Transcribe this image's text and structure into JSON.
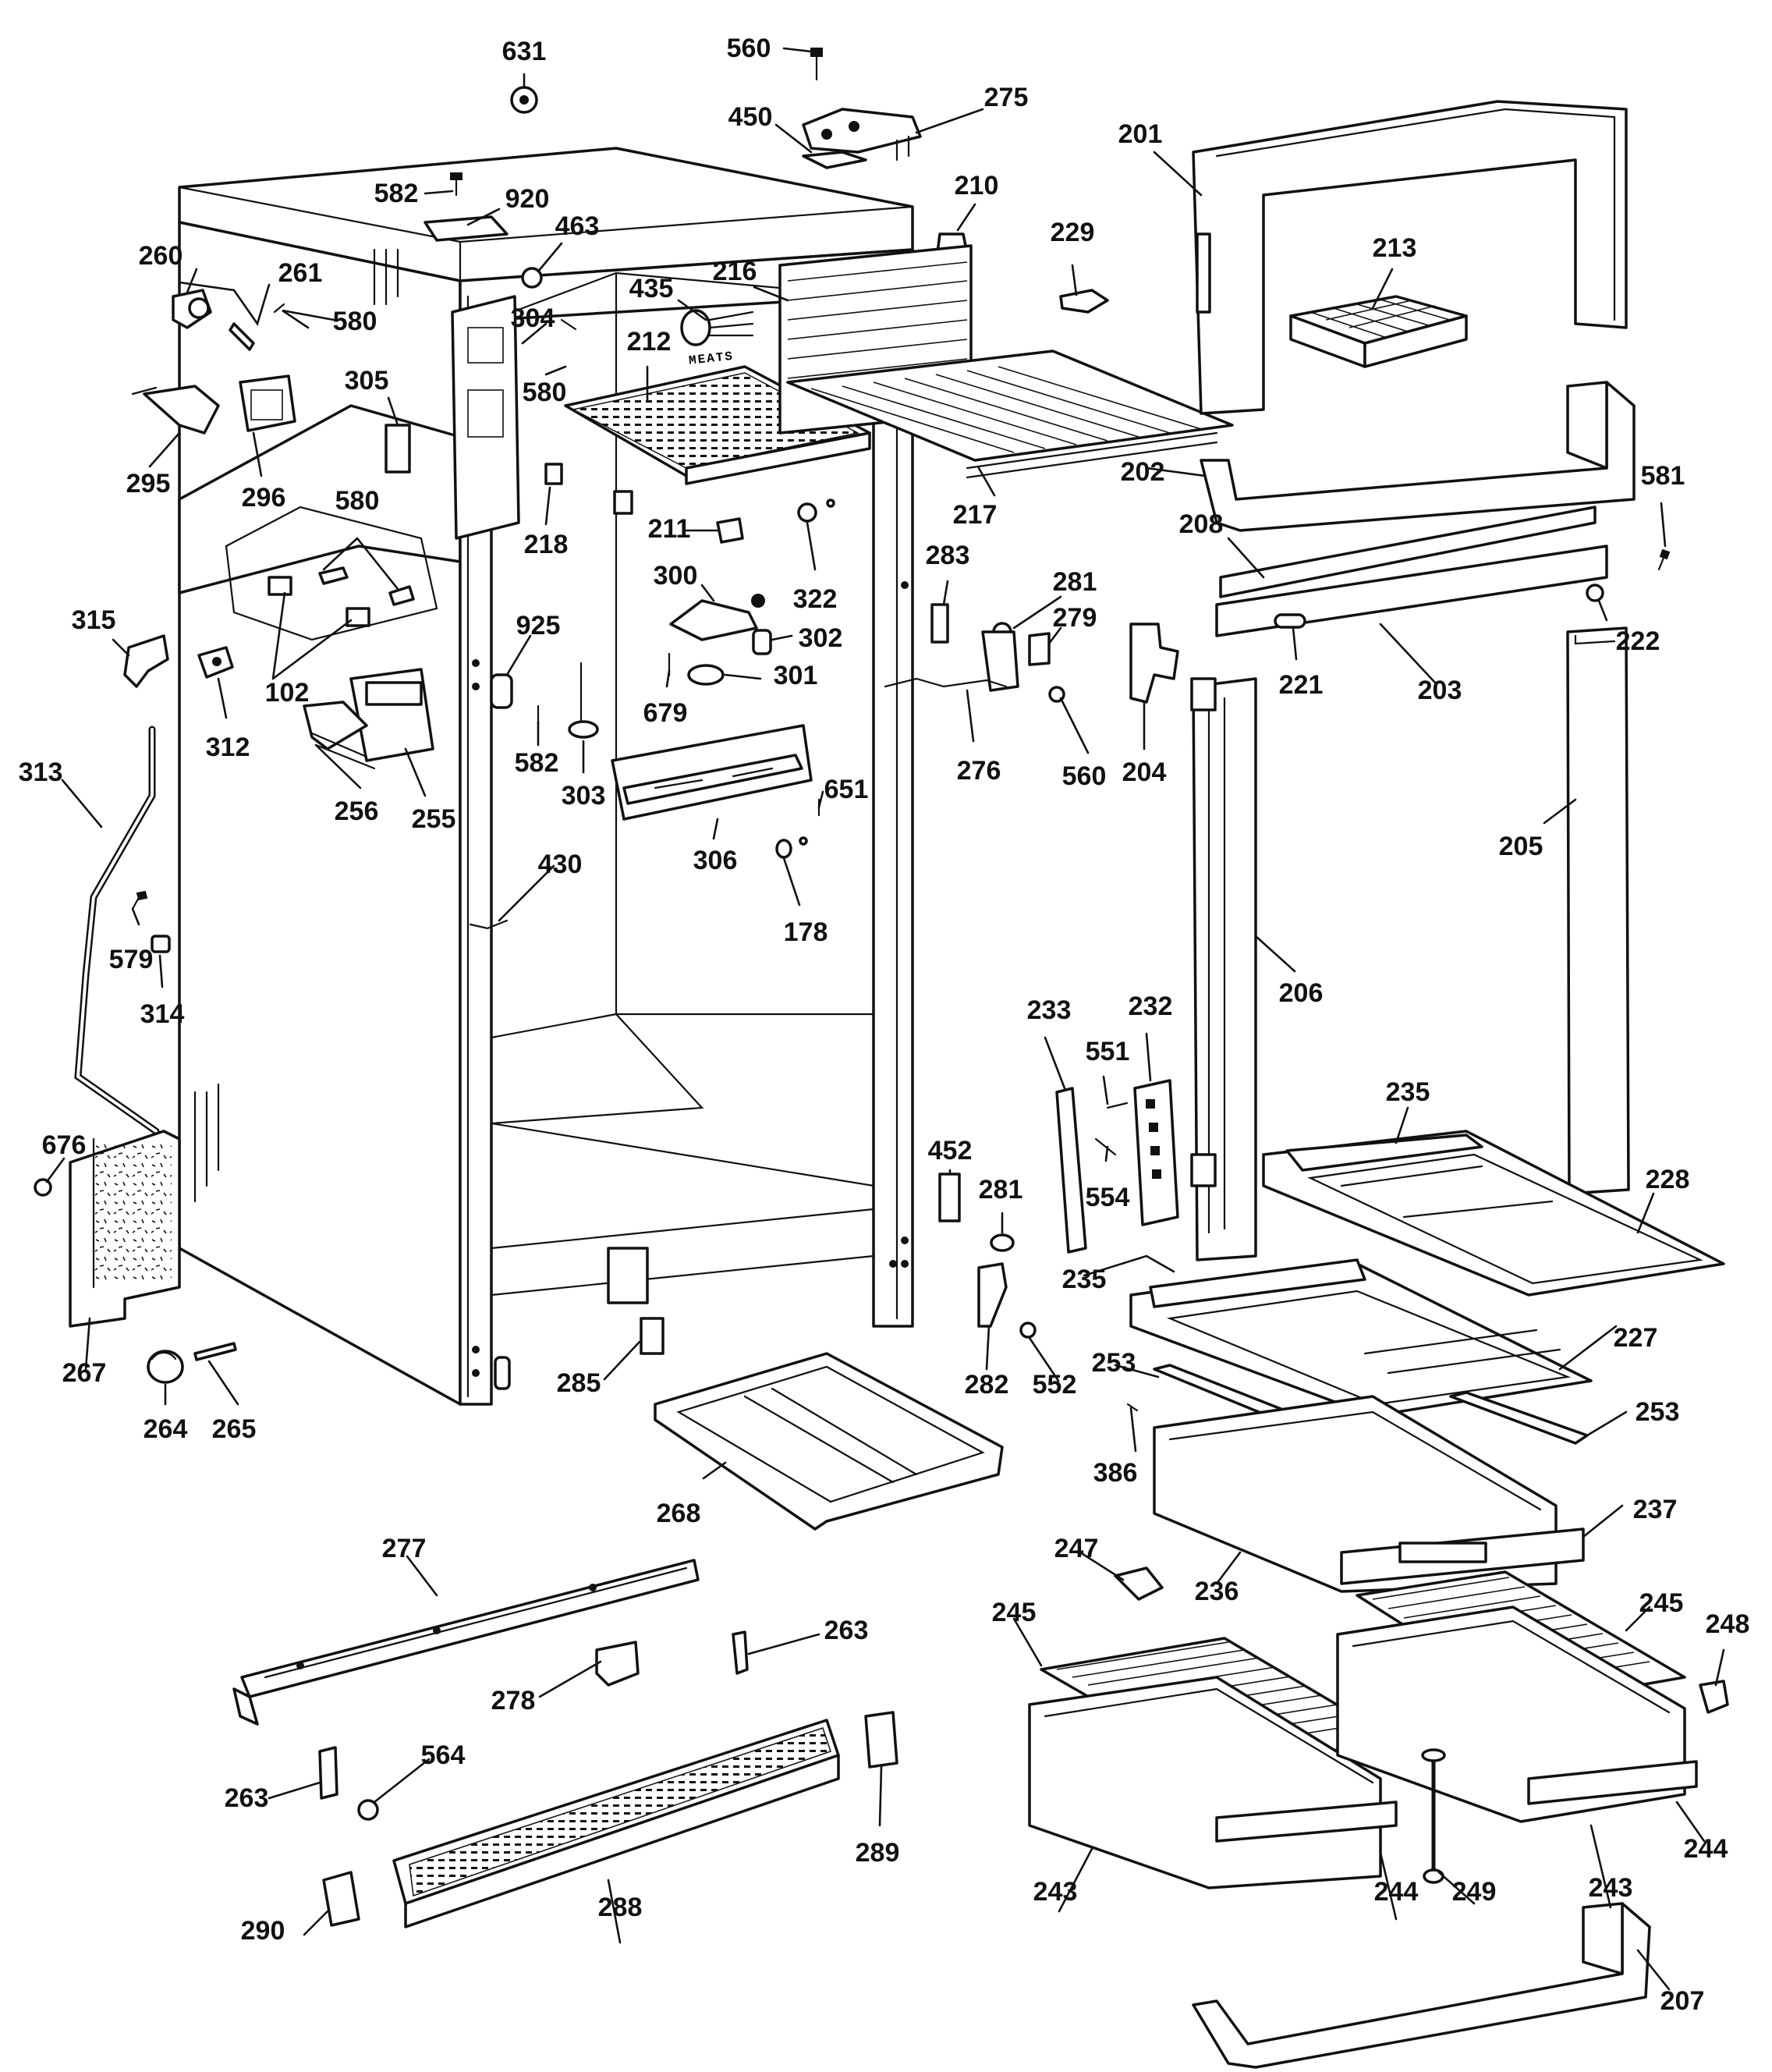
{
  "diagram": {
    "drawer_label": "MEATS",
    "labels": [
      {
        "id": "p631",
        "text": "631"
      },
      {
        "id": "p560a",
        "text": "560"
      },
      {
        "id": "p450",
        "text": "450"
      },
      {
        "id": "p275",
        "text": "275"
      },
      {
        "id": "p201",
        "text": "201"
      },
      {
        "id": "p582a",
        "text": "582"
      },
      {
        "id": "p920",
        "text": "920"
      },
      {
        "id": "p463",
        "text": "463"
      },
      {
        "id": "p210",
        "text": "210"
      },
      {
        "id": "p229",
        "text": "229"
      },
      {
        "id": "p213",
        "text": "213"
      },
      {
        "id": "p260",
        "text": "260"
      },
      {
        "id": "p261",
        "text": "261"
      },
      {
        "id": "p580a",
        "text": "580"
      },
      {
        "id": "p435",
        "text": "435"
      },
      {
        "id": "p216",
        "text": "216"
      },
      {
        "id": "p304",
        "text": "304"
      },
      {
        "id": "p212",
        "text": "212"
      },
      {
        "id": "p580b",
        "text": "580"
      },
      {
        "id": "p305",
        "text": "305"
      },
      {
        "id": "p295",
        "text": "295"
      },
      {
        "id": "p296",
        "text": "296"
      },
      {
        "id": "p202",
        "text": "202"
      },
      {
        "id": "p217",
        "text": "217"
      },
      {
        "id": "p581",
        "text": "581"
      },
      {
        "id": "p580c",
        "text": "580"
      },
      {
        "id": "p218",
        "text": "218"
      },
      {
        "id": "p211",
        "text": "211"
      },
      {
        "id": "p208",
        "text": "208"
      },
      {
        "id": "p283",
        "text": "283"
      },
      {
        "id": "p322",
        "text": "322"
      },
      {
        "id": "p300",
        "text": "300"
      },
      {
        "id": "p281a",
        "text": "281"
      },
      {
        "id": "p279",
        "text": "279"
      },
      {
        "id": "p302",
        "text": "302"
      },
      {
        "id": "p222",
        "text": "222"
      },
      {
        "id": "p315",
        "text": "315"
      },
      {
        "id": "p925",
        "text": "925"
      },
      {
        "id": "p301",
        "text": "301"
      },
      {
        "id": "p221",
        "text": "221"
      },
      {
        "id": "p203",
        "text": "203"
      },
      {
        "id": "p102",
        "text": "102"
      },
      {
        "id": "p312",
        "text": "312"
      },
      {
        "id": "p679",
        "text": "679"
      },
      {
        "id": "p582b",
        "text": "582"
      },
      {
        "id": "p276",
        "text": "276"
      },
      {
        "id": "p560b",
        "text": "560"
      },
      {
        "id": "p204",
        "text": "204"
      },
      {
        "id": "p313",
        "text": "313"
      },
      {
        "id": "p651",
        "text": "651"
      },
      {
        "id": "p303",
        "text": "303"
      },
      {
        "id": "p256",
        "text": "256"
      },
      {
        "id": "p255",
        "text": "255"
      },
      {
        "id": "p205",
        "text": "205"
      },
      {
        "id": "p306",
        "text": "306"
      },
      {
        "id": "p430",
        "text": "430"
      },
      {
        "id": "p579",
        "text": "579"
      },
      {
        "id": "p178",
        "text": "178"
      },
      {
        "id": "p314",
        "text": "314"
      },
      {
        "id": "p206",
        "text": "206"
      },
      {
        "id": "p233",
        "text": "233"
      },
      {
        "id": "p232",
        "text": "232"
      },
      {
        "id": "p551",
        "text": "551"
      },
      {
        "id": "p235a",
        "text": "235"
      },
      {
        "id": "p676",
        "text": "676"
      },
      {
        "id": "p452",
        "text": "452"
      },
      {
        "id": "p554",
        "text": "554"
      },
      {
        "id": "p281b",
        "text": "281"
      },
      {
        "id": "p228",
        "text": "228"
      },
      {
        "id": "p235b",
        "text": "235"
      },
      {
        "id": "p227",
        "text": "227"
      },
      {
        "id": "p267",
        "text": "267"
      },
      {
        "id": "p285",
        "text": "285"
      },
      {
        "id": "p253a",
        "text": "253"
      },
      {
        "id": "p282",
        "text": "282"
      },
      {
        "id": "p552",
        "text": "552"
      },
      {
        "id": "p264",
        "text": "264"
      },
      {
        "id": "p265",
        "text": "265"
      },
      {
        "id": "p253b",
        "text": "253"
      },
      {
        "id": "p386",
        "text": "386"
      },
      {
        "id": "p268",
        "text": "268"
      },
      {
        "id": "p237",
        "text": "237"
      },
      {
        "id": "p277",
        "text": "277"
      },
      {
        "id": "p247",
        "text": "247"
      },
      {
        "id": "p236",
        "text": "236"
      },
      {
        "id": "p245a",
        "text": "245"
      },
      {
        "id": "p245b",
        "text": "245"
      },
      {
        "id": "p248",
        "text": "248"
      },
      {
        "id": "p263a",
        "text": "263"
      },
      {
        "id": "p278",
        "text": "278"
      },
      {
        "id": "p564",
        "text": "564"
      },
      {
        "id": "p263b",
        "text": "263"
      },
      {
        "id": "p289",
        "text": "289"
      },
      {
        "id": "p244a",
        "text": "244"
      },
      {
        "id": "p243a",
        "text": "243"
      },
      {
        "id": "p244b",
        "text": "244"
      },
      {
        "id": "p249",
        "text": "249"
      },
      {
        "id": "p243b",
        "text": "243"
      },
      {
        "id": "p288",
        "text": "288"
      },
      {
        "id": "p290",
        "text": "290"
      },
      {
        "id": "p207",
        "text": "207"
      }
    ]
  }
}
